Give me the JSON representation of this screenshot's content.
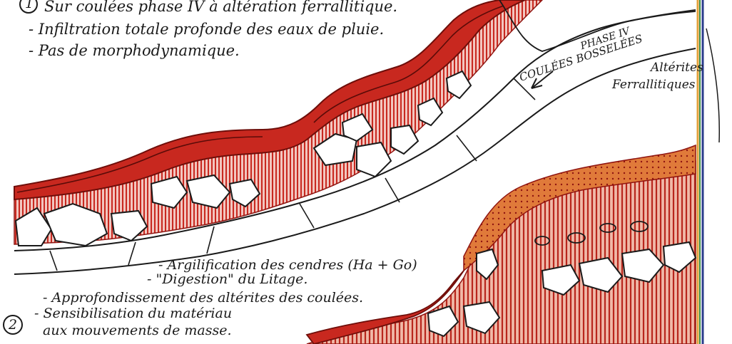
{
  "figure": {
    "colors": {
      "background": "#ffffff",
      "crust_red": "#c8281f",
      "crust_dark": "#8f1410",
      "hatch_red": "#d24a3e",
      "orange_layer": "#e07a3a",
      "ink": "#1a1a1a",
      "frame_blue": "#2a3c8c",
      "frame_green": "#3f8f4a",
      "frame_orange": "#e3a13a"
    },
    "section1": {
      "number": "1",
      "lines": [
        "Sur coulées phase IV à altération ferrallitique.",
        "- Infiltration totale profonde des eaux de pluie.",
        "- Pas de morphodynamique."
      ]
    },
    "flow_label": {
      "line1": "COULÉES BOSSELÉES",
      "line2": "PHASE IV"
    },
    "alterites_label": {
      "line1": "Altérites",
      "line2": "Ferrallitiques"
    },
    "middle_notes": [
      "- Argilification des cendres (Ha + Go)",
      "- \"Digestion\" du Litage."
    ],
    "section2": {
      "number": "2",
      "lines": [
        "- Approfondissement des altérites des coulées.",
        "- Sensibilisation du matériau",
        "aux mouvements de masse."
      ]
    }
  }
}
